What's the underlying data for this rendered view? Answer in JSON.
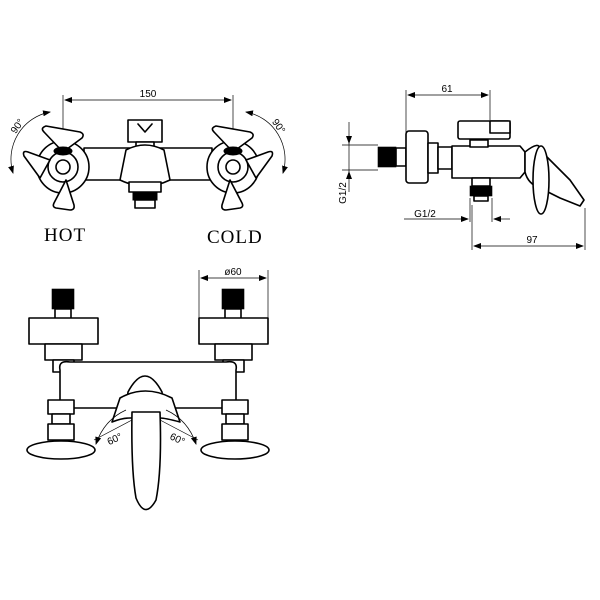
{
  "labels": {
    "hot": "HOT",
    "cold": "COLD"
  },
  "front_view": {
    "center_distance": "150",
    "left_rotation": "90°",
    "right_rotation": "90°"
  },
  "side_view": {
    "depth": "61",
    "inlet_thread": "G1/2",
    "outlet_thread": "G1/2",
    "spout_reach": "97"
  },
  "bottom_view": {
    "flange_diameter": "ø60",
    "lever_left_angle": "60°",
    "lever_right_angle": "60°"
  },
  "colors": {
    "ink": "#000000",
    "paper": "#ffffff"
  }
}
